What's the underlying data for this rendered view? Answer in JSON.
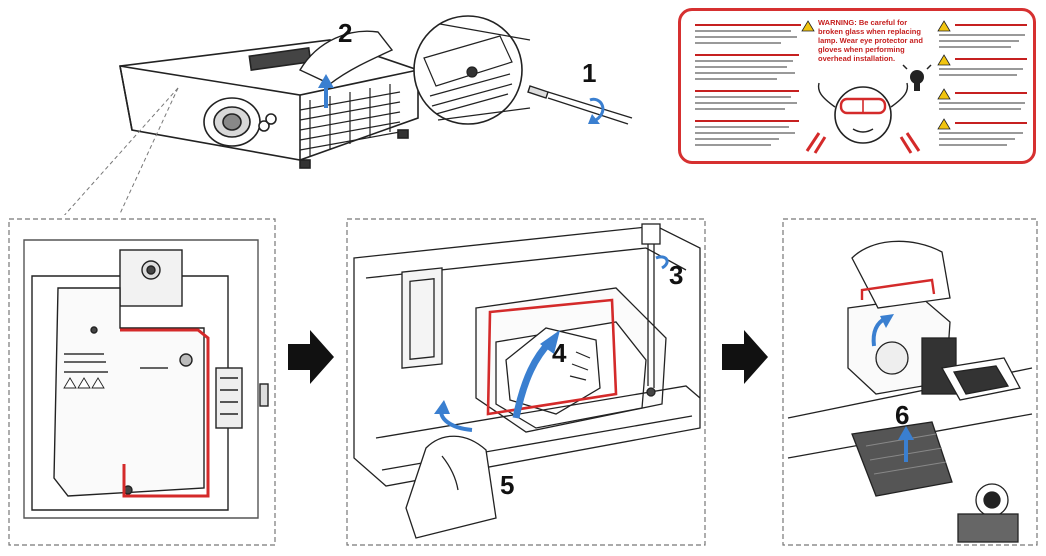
{
  "steps": [
    {
      "number": "1"
    },
    {
      "number": "2"
    },
    {
      "number": "3"
    },
    {
      "number": "4"
    },
    {
      "number": "5"
    },
    {
      "number": "6"
    }
  ],
  "warning_label": {
    "headline": "WARNING: Be careful for broken glass when replacing lamp. Wear eye protector and gloves when performing overhead installation."
  },
  "colors": {
    "highlight": "#d42a2a",
    "line": "#222222",
    "arrow": "#111111"
  }
}
